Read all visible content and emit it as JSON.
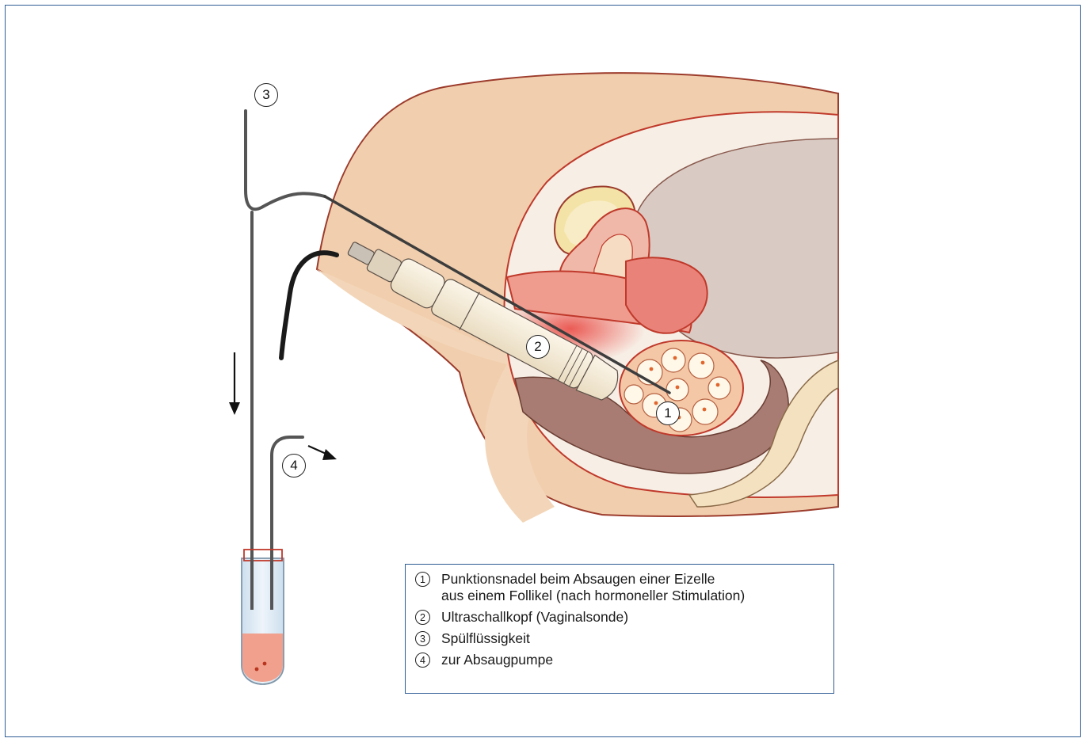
{
  "markers": {
    "m1": "1",
    "m2": "2",
    "m3": "3",
    "m4": "4"
  },
  "legend": {
    "items": [
      {
        "num": "1",
        "text": "Punktionsnadel beim Absaugen einer Eizelle\naus einem Follikel (nach hormoneller Stimulation)"
      },
      {
        "num": "2",
        "text": "Ultraschallkopf (Vaginalsonde)"
      },
      {
        "num": "3",
        "text": "Spülflüssigkeit"
      },
      {
        "num": "4",
        "text": "zur Absaugpumpe"
      }
    ]
  },
  "colors": {
    "frame_border": "#2f5d95",
    "skin": "#f1cfae",
    "tissue_red": "#e8413b",
    "uterus": "#e9837a",
    "bowel": "#a87c72",
    "fluid": "#f0a08c",
    "probe": "#f6ecd8",
    "tube_glass": "#dbe8f2"
  }
}
